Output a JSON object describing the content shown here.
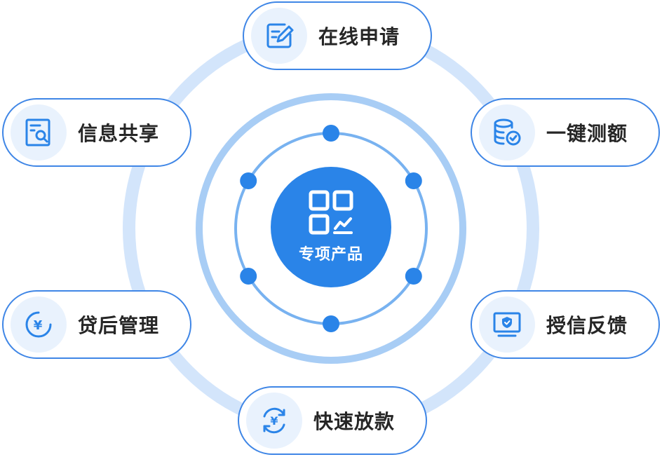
{
  "center": {
    "label": "专项产品",
    "icon": "qr-chart-icon"
  },
  "nodes": [
    {
      "id": "online-apply",
      "label": "在线申请",
      "icon": "edit-document-icon"
    },
    {
      "id": "quota-test",
      "label": "一键测额",
      "icon": "coin-stack-check-icon"
    },
    {
      "id": "credit-feedback",
      "label": "授信反馈",
      "icon": "monitor-shield-icon"
    },
    {
      "id": "fast-loan",
      "label": "快速放款",
      "icon": "yuan-cycle-icon"
    },
    {
      "id": "post-loan",
      "label": "贷后管理",
      "icon": "yuan-circle-icon"
    },
    {
      "id": "info-share",
      "label": "信息共享",
      "icon": "document-search-icon"
    }
  ],
  "colors": {
    "primary": "#2a84e8",
    "outer_ring": "#d3e5fb",
    "middle_ring": "#a8cdf5",
    "inner_ring": "#78b2f0",
    "icon_bg": "#e9f2fd",
    "text": "#262626"
  }
}
